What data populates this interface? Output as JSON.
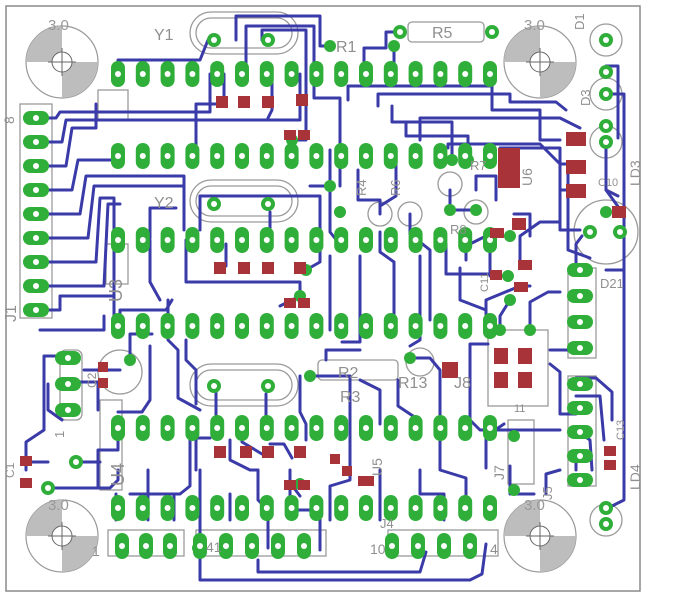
{
  "colors": {
    "background": "#ffffff",
    "outline": "#8a8a8a",
    "trace": "#3a3aa8",
    "pad": "#2fae3a",
    "smd": "#a8343a",
    "silk": "#9a9a9a",
    "hole": "#ffffff"
  },
  "labels": {
    "hole_tl": "3.0",
    "hole_tr": "3.0",
    "hole_bl": "3.0",
    "hole_br": "3.0",
    "y1": "Y1",
    "y2": "Y2",
    "r1": "R1",
    "r5": "R5",
    "r2": "R2",
    "r3": "R3",
    "r4": "R4",
    "r6": "R6",
    "r7": "R7",
    "r8": "R8",
    "r13": "R13",
    "j1": "J1",
    "j4": "J4",
    "j5": "J5",
    "j7": "J7",
    "j8": "J8",
    "u3": "U3",
    "u4": "U4",
    "u5": "U5",
    "u6": "U6",
    "c1": "C1",
    "c2": "C2",
    "c10": "C10",
    "c11": "C11",
    "c13": "C13",
    "d1": "D1",
    "d3": "D3",
    "d21": "D21",
    "ld3": "LD3",
    "ld4": "LD4",
    "n8": "8",
    "n1": "1",
    "n41": "41",
    "n10": "10",
    "n4": "4",
    "n11": "11"
  }
}
